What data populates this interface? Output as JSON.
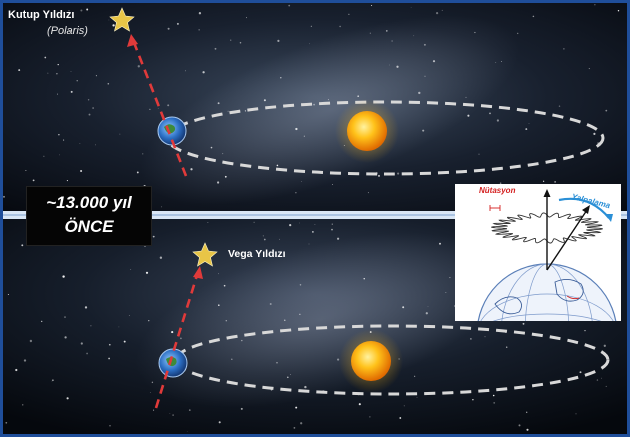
{
  "labels": {
    "polaris_name": "Kutup Yıldızı",
    "polaris_sub": "(Polaris)",
    "vega_name": "Vega Yıldızı",
    "time_years": "~13.000 yıl",
    "time_ago": "ÖNCE"
  },
  "inset": {
    "nutation_label": "Nütasyon",
    "precession_label": "Yalpalama"
  },
  "colors": {
    "frame": "#1f4e9a",
    "divider": "#d9e6f5",
    "axis_arrow": "#e03a3a",
    "orbit": "#d8d8d8",
    "star": "#e8c547",
    "nutation_text": "#d42020",
    "precession_text": "#2a8fd6"
  }
}
